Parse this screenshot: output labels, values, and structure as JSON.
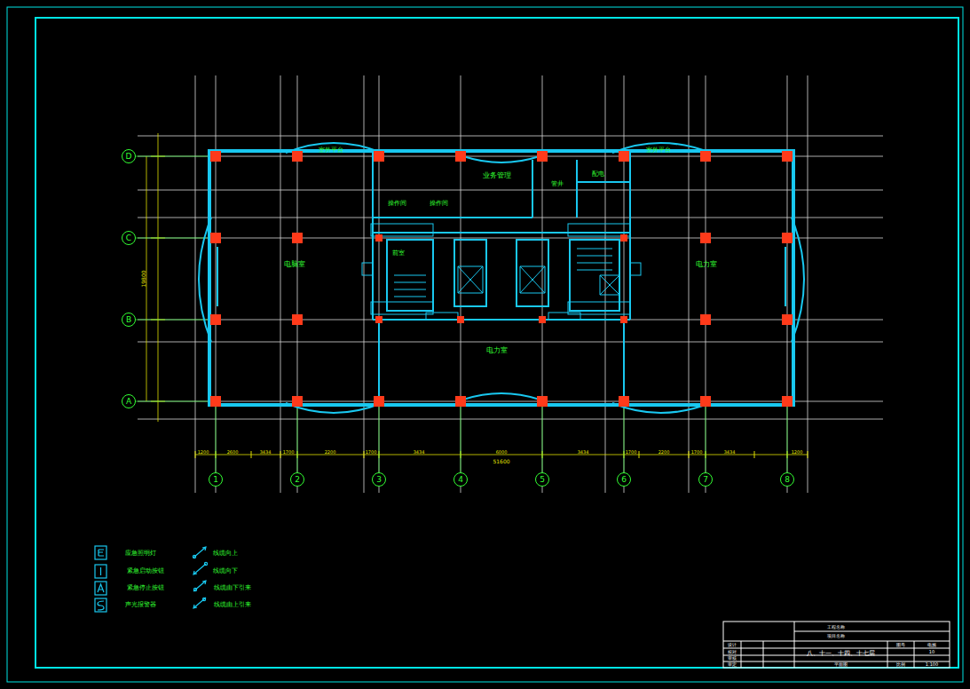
{
  "diagram": {
    "nodes": [
      {
        "text": [
          "D"
        ]
      },
      {
        "text": [
          "C"
        ]
      },
      {
        "text": [
          "B"
        ]
      },
      {
        "text": [
          "A"
        ]
      },
      {
        "text": [
          "1"
        ]
      },
      {
        "text": [
          "2"
        ]
      },
      {
        "text": [
          "3"
        ]
      },
      {
        "text": [
          "4"
        ]
      },
      {
        "text": [
          "5"
        ]
      },
      {
        "text": [
          "6"
        ]
      },
      {
        "text": [
          "7"
        ]
      },
      {
        "text": [
          "8"
        ]
      }
    ],
    "labels": [
      "室外平台",
      "室外平台",
      "业务管理",
      "电脑室",
      "电力室",
      "电力室",
      "操作间",
      "操作间",
      "管井",
      "配电",
      "前室",
      "1200",
      "2600",
      "3434",
      "1700",
      "2200",
      "1700",
      "3434",
      "6000",
      "3434",
      "1700",
      "2200",
      "1700",
      "3434",
      "1200",
      "51600",
      "19800",
      "工程名称",
      "项目名称",
      "设计",
      "校对",
      "审核",
      "审定",
      "八、十一、十四、十七层",
      "平面图",
      "图号",
      "电施",
      "10",
      "比例",
      "1:100"
    ],
    "legend": [
      {
        "text": "应急照明灯"
      },
      {
        "text": "紧急启动按钮"
      },
      {
        "text": "紧急停止按钮"
      },
      {
        "text": "声光报警器"
      },
      {
        "text": "线缆向上"
      },
      {
        "text": "线缆向下"
      },
      {
        "text": "线缆由下引来"
      },
      {
        "text": "线缆由上引来"
      }
    ]
  }
}
